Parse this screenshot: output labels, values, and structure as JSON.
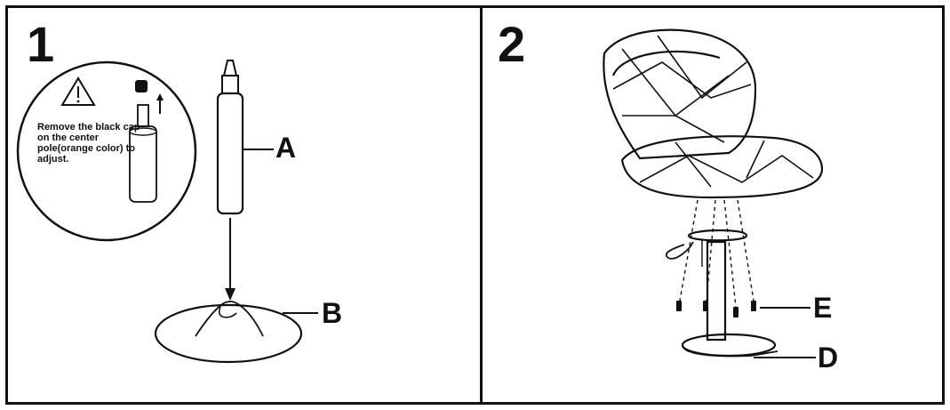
{
  "steps": [
    {
      "number": "1",
      "note": "Remove the black cap on the center pole(orange color) to adjust.",
      "parts": [
        "A",
        "B"
      ]
    },
    {
      "number": "2",
      "parts": [
        "E",
        "D"
      ]
    }
  ],
  "icons": [
    "warning-triangle-icon",
    "black-cap-icon",
    "up-arrow-icon"
  ],
  "colors": {
    "line": "#111111",
    "background": "#ffffff"
  }
}
